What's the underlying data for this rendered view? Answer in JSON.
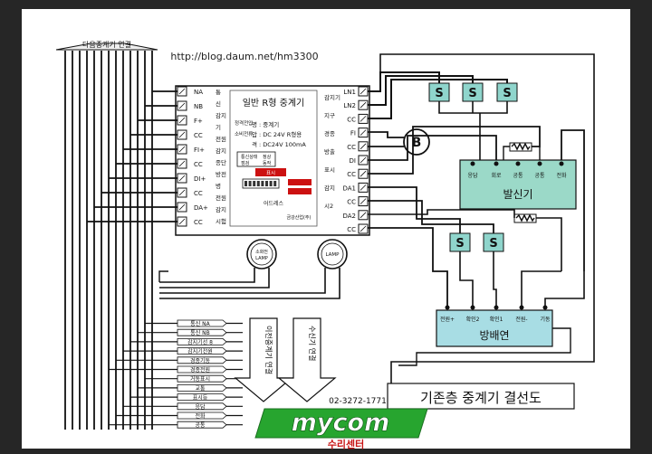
{
  "blog_url": "http://blog.daum.net/hm3300",
  "upper_link_label": "다음중계기 연결",
  "relay": {
    "title": "일반 R형 중계기",
    "left_terminals": [
      "NA",
      "NB",
      "F+",
      "CC",
      "FI+",
      "CC",
      "DI+",
      "CC",
      "DA+",
      "CC"
    ],
    "left_side_labels": [
      "통",
      "신",
      "감지",
      "기",
      "전원",
      "감지",
      "종단",
      "방전",
      "병",
      "전원",
      "감지",
      "시험"
    ],
    "right_terminals": [
      "LN1",
      "LN2",
      "CC",
      "FI",
      "CC",
      "DI",
      "CC",
      "DA1",
      "CC",
      "DA2",
      "CC"
    ],
    "right_side_labels": [
      "감지기",
      "지구",
      "경종",
      "방출",
      "표시",
      "감지",
      "시2"
    ],
    "spec_lines": [
      "명 : 중계기",
      "압 : DC 24V R형용",
      "격 : DC24V 100mA"
    ],
    "spec_side": [
      "정격전압",
      "소비전류"
    ],
    "small_labels": [
      "통신상태",
      "점검",
      "정상",
      "동작",
      "표시"
    ],
    "address_label": "어드레스",
    "maker": "금강산업(주)"
  },
  "bell_label": "B",
  "lamps": [
    "소화전 LAMP",
    "LAMP"
  ],
  "s_labels": [
    "S",
    "S",
    "S",
    "S",
    "S"
  ],
  "transmitter": {
    "title": "발신기",
    "terminals": [
      "응답",
      "회로",
      "공통",
      "공통",
      "전화"
    ]
  },
  "pump": {
    "title": "방배연",
    "terminals": [
      "전원+",
      "확인2",
      "확인1",
      "전원-",
      "기동"
    ]
  },
  "wire_list": [
    "통신 NA",
    "통신 NB",
    "감지기선 8",
    "감지기전원",
    "경종기동",
    "경종전원",
    "거동표시",
    "교통",
    "표시등",
    "응답",
    "전화",
    "공통"
  ],
  "arrow_labels": [
    "이전중계기 연결",
    "수신기 연결"
  ],
  "phone": "02-3272-1771",
  "diagram_title": "기존층 중계기 결선도",
  "logo_text": "mycom",
  "logo_sub": "수리센터",
  "colors": {
    "s_box": "#8fd5cc",
    "transmitter": "#9bd9c8",
    "pump": "#a8dde4",
    "relay_red": "#cc1111",
    "logo_green": "#27a52f",
    "logo_red": "#c81414"
  }
}
